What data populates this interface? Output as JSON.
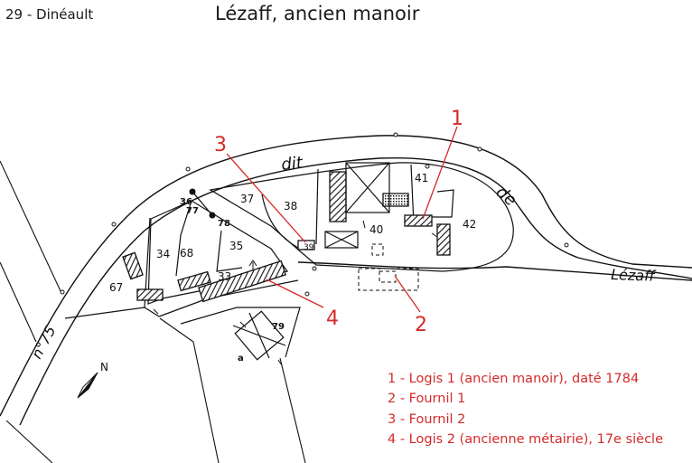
{
  "header": {
    "commune": "29 - Dinéault",
    "title": "Lézaff, ancien manoir"
  },
  "colors": {
    "annotation": "#d42a2a",
    "linework": "#111111",
    "background": "#ffffff"
  },
  "map": {
    "north_label": "N",
    "road_labels": [
      "n°75",
      "dit",
      "de",
      "Lézaff"
    ],
    "parcel_numbers": [
      "37",
      "38",
      "41",
      "42",
      "40",
      "39",
      "36",
      "77",
      "78",
      "34",
      "68",
      "35",
      "33",
      "67",
      "79",
      "a"
    ],
    "callouts": [
      "1",
      "2",
      "3",
      "4"
    ]
  },
  "legend": [
    {
      "number": "1",
      "text": "1 - Logis 1 (ancien manoir), daté 1784"
    },
    {
      "number": "2",
      "text": "2 - Fournil 1"
    },
    {
      "number": "3",
      "text": "3 - Fournil 2"
    },
    {
      "number": "4",
      "text": "4 - Logis 2 (ancienne métairie), 17e siècle"
    }
  ]
}
